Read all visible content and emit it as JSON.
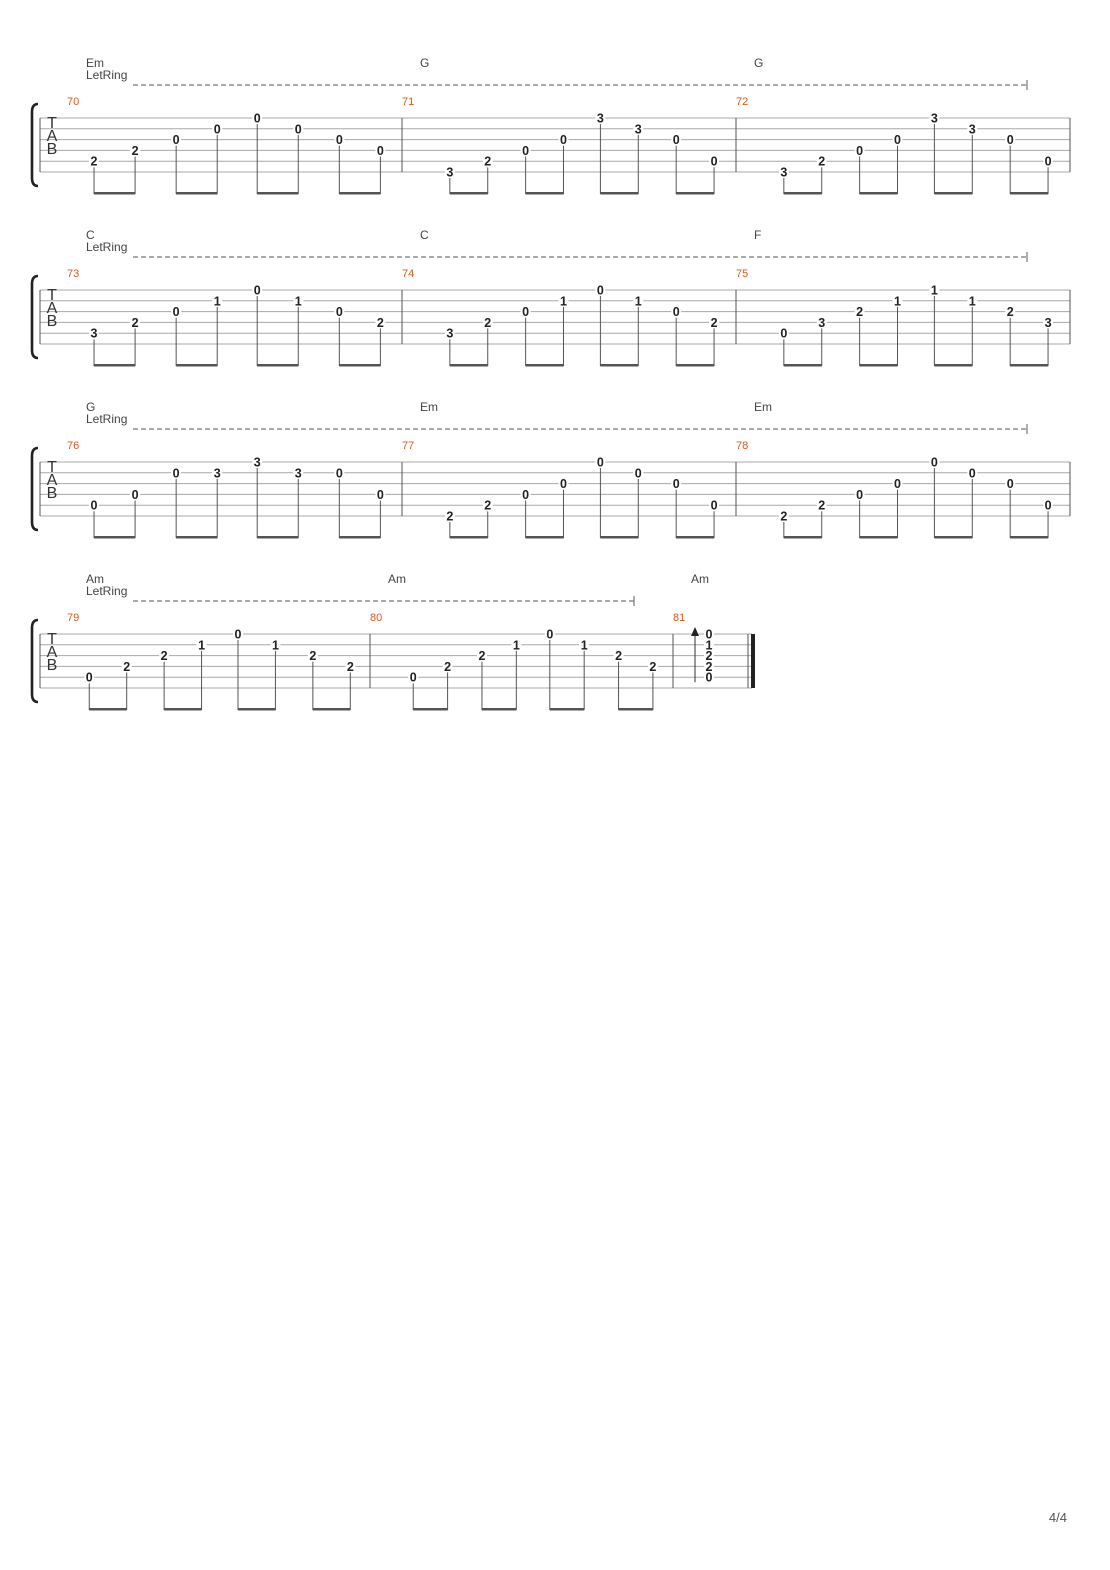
{
  "page": {
    "number": "4/4"
  },
  "tab_clef": [
    "T",
    "A",
    "B"
  ],
  "let_ring_label": "LetRing",
  "systems": [
    {
      "measures": [
        {
          "number": "70",
          "chord": "Em",
          "notes": [
            [
              5,
              "2"
            ],
            [
              4,
              "2"
            ],
            [
              3,
              "0"
            ],
            [
              2,
              "0"
            ],
            [
              1,
              "0"
            ],
            [
              2,
              "0"
            ],
            [
              3,
              "0"
            ],
            [
              4,
              "0"
            ]
          ]
        },
        {
          "number": "71",
          "chord": "G",
          "notes": [
            [
              6,
              "3"
            ],
            [
              5,
              "2"
            ],
            [
              4,
              "0"
            ],
            [
              3,
              "0"
            ],
            [
              1,
              "3"
            ],
            [
              2,
              "3"
            ],
            [
              3,
              "0"
            ],
            [
              5,
              "0"
            ]
          ]
        },
        {
          "number": "72",
          "chord": "G",
          "notes": [
            [
              6,
              "3"
            ],
            [
              5,
              "2"
            ],
            [
              4,
              "0"
            ],
            [
              3,
              "0"
            ],
            [
              1,
              "3"
            ],
            [
              2,
              "3"
            ],
            [
              3,
              "0"
            ],
            [
              5,
              "0"
            ]
          ]
        }
      ]
    },
    {
      "measures": [
        {
          "number": "73",
          "chord": "C",
          "notes": [
            [
              5,
              "3"
            ],
            [
              4,
              "2"
            ],
            [
              3,
              "0"
            ],
            [
              2,
              "1"
            ],
            [
              1,
              "0"
            ],
            [
              2,
              "1"
            ],
            [
              3,
              "0"
            ],
            [
              4,
              "2"
            ]
          ]
        },
        {
          "number": "74",
          "chord": "C",
          "notes": [
            [
              5,
              "3"
            ],
            [
              4,
              "2"
            ],
            [
              3,
              "0"
            ],
            [
              2,
              "1"
            ],
            [
              1,
              "0"
            ],
            [
              2,
              "1"
            ],
            [
              3,
              "0"
            ],
            [
              4,
              "2"
            ]
          ]
        },
        {
          "number": "75",
          "chord": "F",
          "notes": [
            [
              5,
              "0"
            ],
            [
              4,
              "3"
            ],
            [
              3,
              "2"
            ],
            [
              2,
              "1"
            ],
            [
              1,
              "1"
            ],
            [
              2,
              "1"
            ],
            [
              3,
              "2"
            ],
            [
              4,
              "3"
            ]
          ]
        }
      ]
    },
    {
      "measures": [
        {
          "number": "76",
          "chord": "G",
          "notes": [
            [
              5,
              "0"
            ],
            [
              4,
              "0"
            ],
            [
              2,
              "0"
            ],
            [
              2,
              "3"
            ],
            [
              1,
              "3"
            ],
            [
              2,
              "3"
            ],
            [
              2,
              "0"
            ],
            [
              4,
              "0"
            ]
          ]
        },
        {
          "number": "77",
          "chord": "Em",
          "notes": [
            [
              6,
              "2"
            ],
            [
              5,
              "2"
            ],
            [
              4,
              "0"
            ],
            [
              3,
              "0"
            ],
            [
              1,
              "0"
            ],
            [
              2,
              "0"
            ],
            [
              3,
              "0"
            ],
            [
              5,
              "0"
            ]
          ]
        },
        {
          "number": "78",
          "chord": "Em",
          "notes": [
            [
              6,
              "2"
            ],
            [
              5,
              "2"
            ],
            [
              4,
              "0"
            ],
            [
              3,
              "0"
            ],
            [
              1,
              "0"
            ],
            [
              2,
              "0"
            ],
            [
              3,
              "0"
            ],
            [
              5,
              "0"
            ]
          ]
        }
      ]
    },
    {
      "measures": [
        {
          "number": "79",
          "chord": "Am",
          "notes": [
            [
              5,
              "0"
            ],
            [
              4,
              "2"
            ],
            [
              3,
              "2"
            ],
            [
              2,
              "1"
            ],
            [
              1,
              "0"
            ],
            [
              2,
              "1"
            ],
            [
              3,
              "2"
            ],
            [
              4,
              "2"
            ]
          ]
        },
        {
          "number": "80",
          "chord": "Am",
          "notes": [
            [
              5,
              "0"
            ],
            [
              4,
              "2"
            ],
            [
              3,
              "2"
            ],
            [
              2,
              "1"
            ],
            [
              1,
              "0"
            ],
            [
              2,
              "1"
            ],
            [
              3,
              "2"
            ],
            [
              4,
              "2"
            ]
          ]
        },
        {
          "number": "81",
          "chord": "Am",
          "arpeggio_up": true,
          "chord_notes": [
            [
              1,
              "0"
            ],
            [
              2,
              "1"
            ],
            [
              3,
              "2"
            ],
            [
              4,
              "2"
            ],
            [
              5,
              "0"
            ]
          ]
        }
      ]
    }
  ]
}
